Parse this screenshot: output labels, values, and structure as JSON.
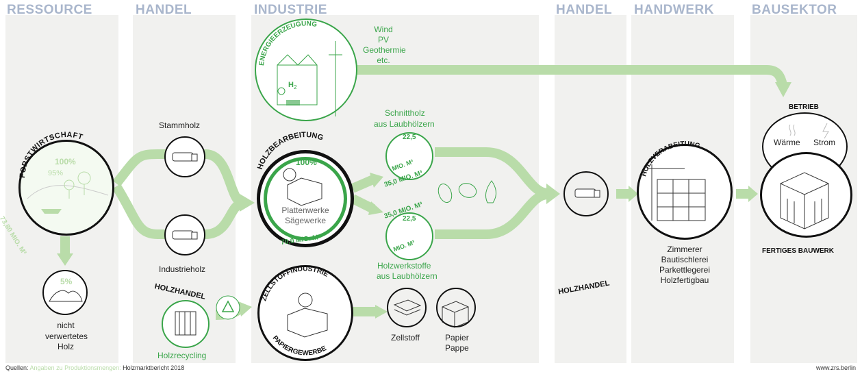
{
  "columns": {
    "ressource": "RESSOURCE",
    "handel1": "HANDEL",
    "industrie": "INDUSTRIE",
    "handel2": "HANDEL",
    "handwerk": "HANDWERK",
    "bausektor": "BAUSEKTOR"
  },
  "forst": {
    "title": "FORSTWIRTSCHAFT",
    "pct_total": "100%",
    "pct_used": "95%",
    "volume": "73,80 MIO. M³",
    "waste_pct": "5%",
    "waste_label": [
      "nicht",
      "verwertetes",
      "Holz"
    ]
  },
  "handel1": {
    "stammholz": "Stammholz",
    "industrieholz": "Industrieholz",
    "holzhandel_title": "HOLZHANDEL",
    "holzrecycling": "Holzrecycling"
  },
  "energie": {
    "title": "ENERGIEERZEUGUNG",
    "h2": "H",
    "h2_sub": "2",
    "sources": [
      "Wind",
      "PV",
      "Geothermie",
      "etc."
    ]
  },
  "holzbearbeitung": {
    "title": "HOLZBEARBEITUNG",
    "pct": "100%",
    "lines": [
      "Plattenwerke",
      "Sägewerke"
    ],
    "volume": "70,0 MIO. M³"
  },
  "schnittholz": {
    "label": [
      "Schnittholz",
      "aus Laubhölzern"
    ],
    "inner_top": "22,5",
    "inner_bottom": "MIO. M³",
    "outer": "35,0 MIO. M³"
  },
  "holzwerkstoffe": {
    "label": [
      "Holzwerkstoffe",
      "aus Laubhölzern"
    ],
    "inner_top": "22,5",
    "inner_bottom": "MIO. M³",
    "outer": "35,0 MIO. M³"
  },
  "zellstoffindustrie": {
    "title_top": "ZELLSTOFFINDUSTRIE",
    "title_bottom": "PAPIERGEWERBE",
    "zellstoff": "Zellstoff",
    "papier": [
      "Papier",
      "Pappe"
    ]
  },
  "handel2": {
    "holzhandel": "HOLZHANDEL"
  },
  "handwerk": {
    "title": "HOLZVERABEITUNG",
    "trades": [
      "Zimmerer",
      "Bautischlerei",
      "Parkettlegerei",
      "Holzfertigbau"
    ]
  },
  "bausektor": {
    "betrieb": "BETRIEB",
    "waerme": "Wärme",
    "strom": "Strom",
    "fertig": "FERTIGES BAUWERK"
  },
  "footer": {
    "quellen": "Quellen:",
    "sources_grey": "Angaben zu Produktionsmengen:",
    "source": "Holzmarktbericht 2018",
    "site": "www.zrs.berlin"
  },
  "colors": {
    "green": "#3aa54a",
    "lightgreen": "#b9dca9",
    "header": "#a9b6cc"
  }
}
